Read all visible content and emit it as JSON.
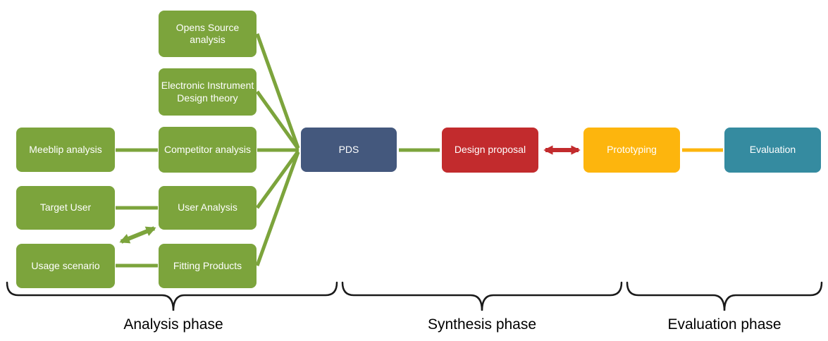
{
  "boxes": {
    "meeblip": {
      "label": "Meeblip analysis"
    },
    "target_user": {
      "label": "Target User"
    },
    "usage_scenario": {
      "label": "Usage scenario"
    },
    "opens_source": {
      "label": "Opens Source analysis"
    },
    "eid_theory": {
      "label": "Electronic Instrument Design theory"
    },
    "competitor": {
      "label": "Competitor analysis"
    },
    "user_analysis": {
      "label": "User Analysis"
    },
    "fitting_products": {
      "label": "Fitting Products"
    },
    "pds": {
      "label": "PDS"
    },
    "design_proposal": {
      "label": "Design proposal"
    },
    "prototyping": {
      "label": "Prototyping"
    },
    "evaluation": {
      "label": "Evaluation"
    }
  },
  "phases": {
    "analysis": {
      "label": "Analysis phase"
    },
    "synthesis": {
      "label": "Synthesis phase"
    },
    "evaluation": {
      "label": "Evaluation phase"
    }
  },
  "colors": {
    "green": "#7CA43C",
    "blue": "#44587D",
    "red": "#C22B2D",
    "orange": "#FDB50D",
    "teal": "#358BA0",
    "box_text": "#FFFFFF",
    "brace": "#1A1A1A",
    "label_text": "#000000"
  }
}
